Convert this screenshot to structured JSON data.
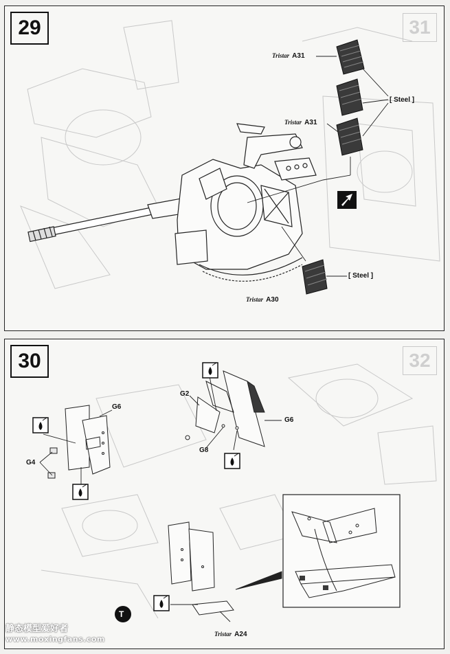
{
  "step29": {
    "number": "29",
    "ghost_number": "31",
    "labels": {
      "a31_top": "A31",
      "a31_mid": "A31",
      "a30": "A30",
      "steel_1": "[ Steel ]",
      "steel_2": "[ Steel ]",
      "brand_1": "Tristar",
      "brand_2": "Tristar",
      "brand_3": "Tristar"
    }
  },
  "step30": {
    "number": "30",
    "ghost_number": "32",
    "labels": {
      "g6_left": "G6",
      "g4": "G4",
      "g2": "G2",
      "g8": "G8",
      "g6_right": "G6",
      "a24": "A24",
      "brand": "Tristar",
      "t_marker": "T"
    }
  },
  "watermark": {
    "title": "静态模型爱好者",
    "url": "www.moxingfans.com"
  },
  "colors": {
    "line": "#222222",
    "ghost": "#c8c8c8",
    "part_fill": "#3a3a3a",
    "paper": "#f7f7f5"
  }
}
